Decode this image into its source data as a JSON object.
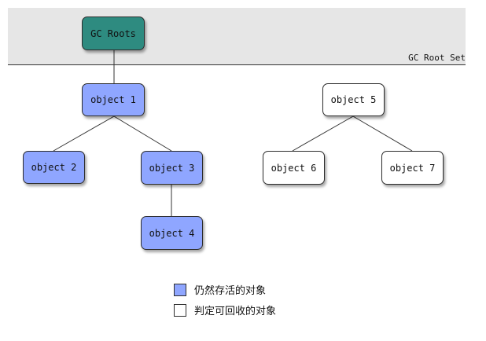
{
  "root_set_label": "GC Root Set",
  "nodes": {
    "gc_roots": "GC Roots",
    "object1": "object 1",
    "object2": "object 2",
    "object3": "object 3",
    "object4": "object 4",
    "object5": "object 5",
    "object6": "object 6",
    "object7": "object 7"
  },
  "legend": {
    "live_label": "仍然存活的对象",
    "collectable_label": "判定可回收的对象"
  },
  "colors": {
    "root": "#2e8b80",
    "live": "#8fa6ff",
    "collectable": "#ffffff",
    "band": "#e6e6e6"
  }
}
